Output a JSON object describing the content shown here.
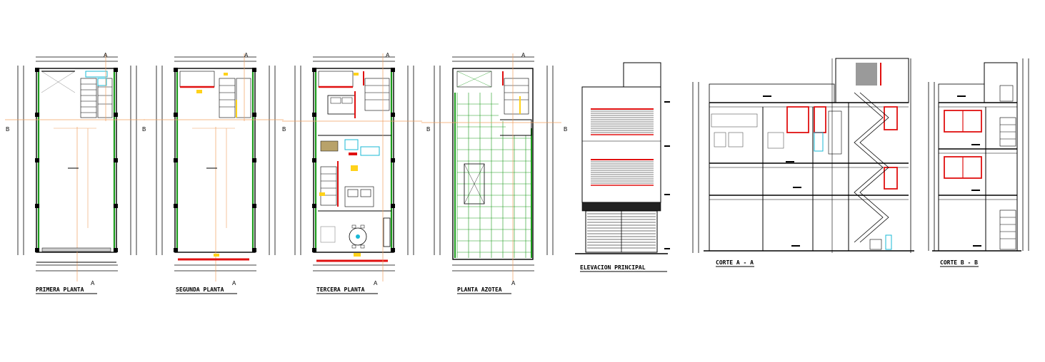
{
  "drawing": {
    "section_markers": {
      "a": "A",
      "b": "B"
    },
    "titles": {
      "plan1": "PRIMERA PLANTA",
      "plan2": "SEGUNDA PLANTA",
      "plan3": "TERCERA PLANTA",
      "plan4": "PLANTA AZOTEA",
      "elevation": "ELEVACION PRINCIPAL",
      "section_a": "CORTE A - A",
      "section_b": "CORTE B - B"
    },
    "colors": {
      "line": "#000000",
      "wall_green": "#1a9a1a",
      "accent_red": "#e01010",
      "axis_orange": "#f0a060",
      "label_yellow": "#ffd21a",
      "fixture_cyan": "#19b8d6",
      "gray": "#888888"
    }
  }
}
